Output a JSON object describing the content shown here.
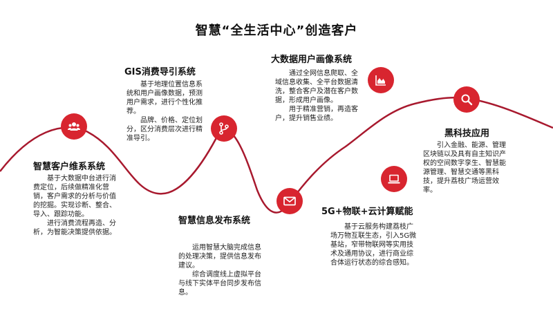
{
  "title": "智慧“全生活中心”创造客户",
  "colors": {
    "accent": "#d8252f",
    "curve": "#a8192e"
  },
  "items": [
    {
      "heading": "智慧客户维系系统",
      "icon": "users-icon",
      "paragraphs": [
        "基于大数据中台进行消费定位，后续做精准化营销，客户需求的分析与价值的挖掘。实现诊断、整合、导入、跟踪功能。",
        "进行消费流程再造、分析，为智能决策提供依据。"
      ]
    },
    {
      "heading": "GIS消费导引系统",
      "icon": "route-icon",
      "paragraphs": [
        "基于地理位置信息系统和用户画像数据，预测用户需求，进行个性化推荐。",
        "品牌、价格、定位划分，区分消费层次进行精准导引。"
      ]
    },
    {
      "heading": "智慧信息发布系统",
      "icon": "mail-icon",
      "paragraphs": [
        "运用智慧大脑完成信息的处理决策，提供信息发布建议。",
        "综合调度线上虚拟平台与线下实体平台同步发布信息。"
      ]
    },
    {
      "heading": "大数据用户画像系统",
      "icon": "area-chart-icon",
      "paragraphs": [
        "通过全网信息爬取、全域信息收集、全平台数据清洗，整合客户及潜在客户数据，形成用户画像。",
        "用于精准营销，再造客户，提升销售业绩。"
      ]
    },
    {
      "heading": "5G+物联+云计算赋能",
      "icon": "laptop-icon",
      "paragraphs": [
        "基于云服务构建荔枝广场万物互联生态，引入5G微基站，窄带物联网等实用技术及通用协议，进行商业综合体运行状态的综合感知。"
      ]
    },
    {
      "heading": "黑科技应用",
      "icon": "search-icon",
      "paragraphs": [
        "引入金融、能源、管理区块链以及具有自主知识产权的空间数字孪生、智慧能源管理、智慧交通等黑科技，提升荔枝广场运营效率。"
      ]
    }
  ]
}
